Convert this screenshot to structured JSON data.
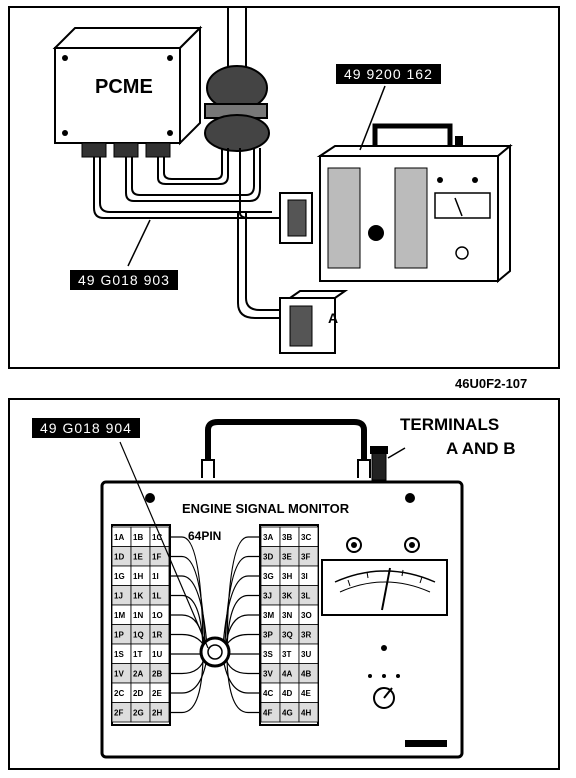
{
  "top_figure": {
    "pcme_label": "PCME",
    "callout_monitor": "49 9200 162",
    "callout_harness": "49 G018 903",
    "connector_label": "A"
  },
  "figure_id": "46U0F2-107",
  "bottom_figure": {
    "callout_harness": "49 G018 904",
    "terminals_label_line1": "TERMINALS",
    "terminals_label_line2": "A AND B",
    "monitor_title": "ENGINE SIGNAL MONITOR",
    "pin_label": "64PIN",
    "left_pin_grid": [
      [
        "1A",
        "1B",
        "1C"
      ],
      [
        "1D",
        "1E",
        "1F"
      ],
      [
        "1G",
        "1H",
        "1I"
      ],
      [
        "1J",
        "1K",
        "1L"
      ],
      [
        "1M",
        "1N",
        "1O"
      ],
      [
        "1P",
        "1Q",
        "1R"
      ],
      [
        "1S",
        "1T",
        "1U"
      ],
      [
        "1V",
        "2A",
        "2B"
      ],
      [
        "2C",
        "2D",
        "2E"
      ],
      [
        "2F",
        "2G",
        "2H"
      ]
    ],
    "right_pin_grid": [
      [
        "3A",
        "3B",
        "3C"
      ],
      [
        "3D",
        "3E",
        "3F"
      ],
      [
        "3G",
        "3H",
        "3I"
      ],
      [
        "3J",
        "3K",
        "3L"
      ],
      [
        "3M",
        "3N",
        "3O"
      ],
      [
        "3P",
        "3Q",
        "3R"
      ],
      [
        "3S",
        "3T",
        "3U"
      ],
      [
        "3V",
        "4A",
        "4B"
      ],
      [
        "4C",
        "4D",
        "4E"
      ],
      [
        "4F",
        "4G",
        "4H"
      ]
    ]
  }
}
